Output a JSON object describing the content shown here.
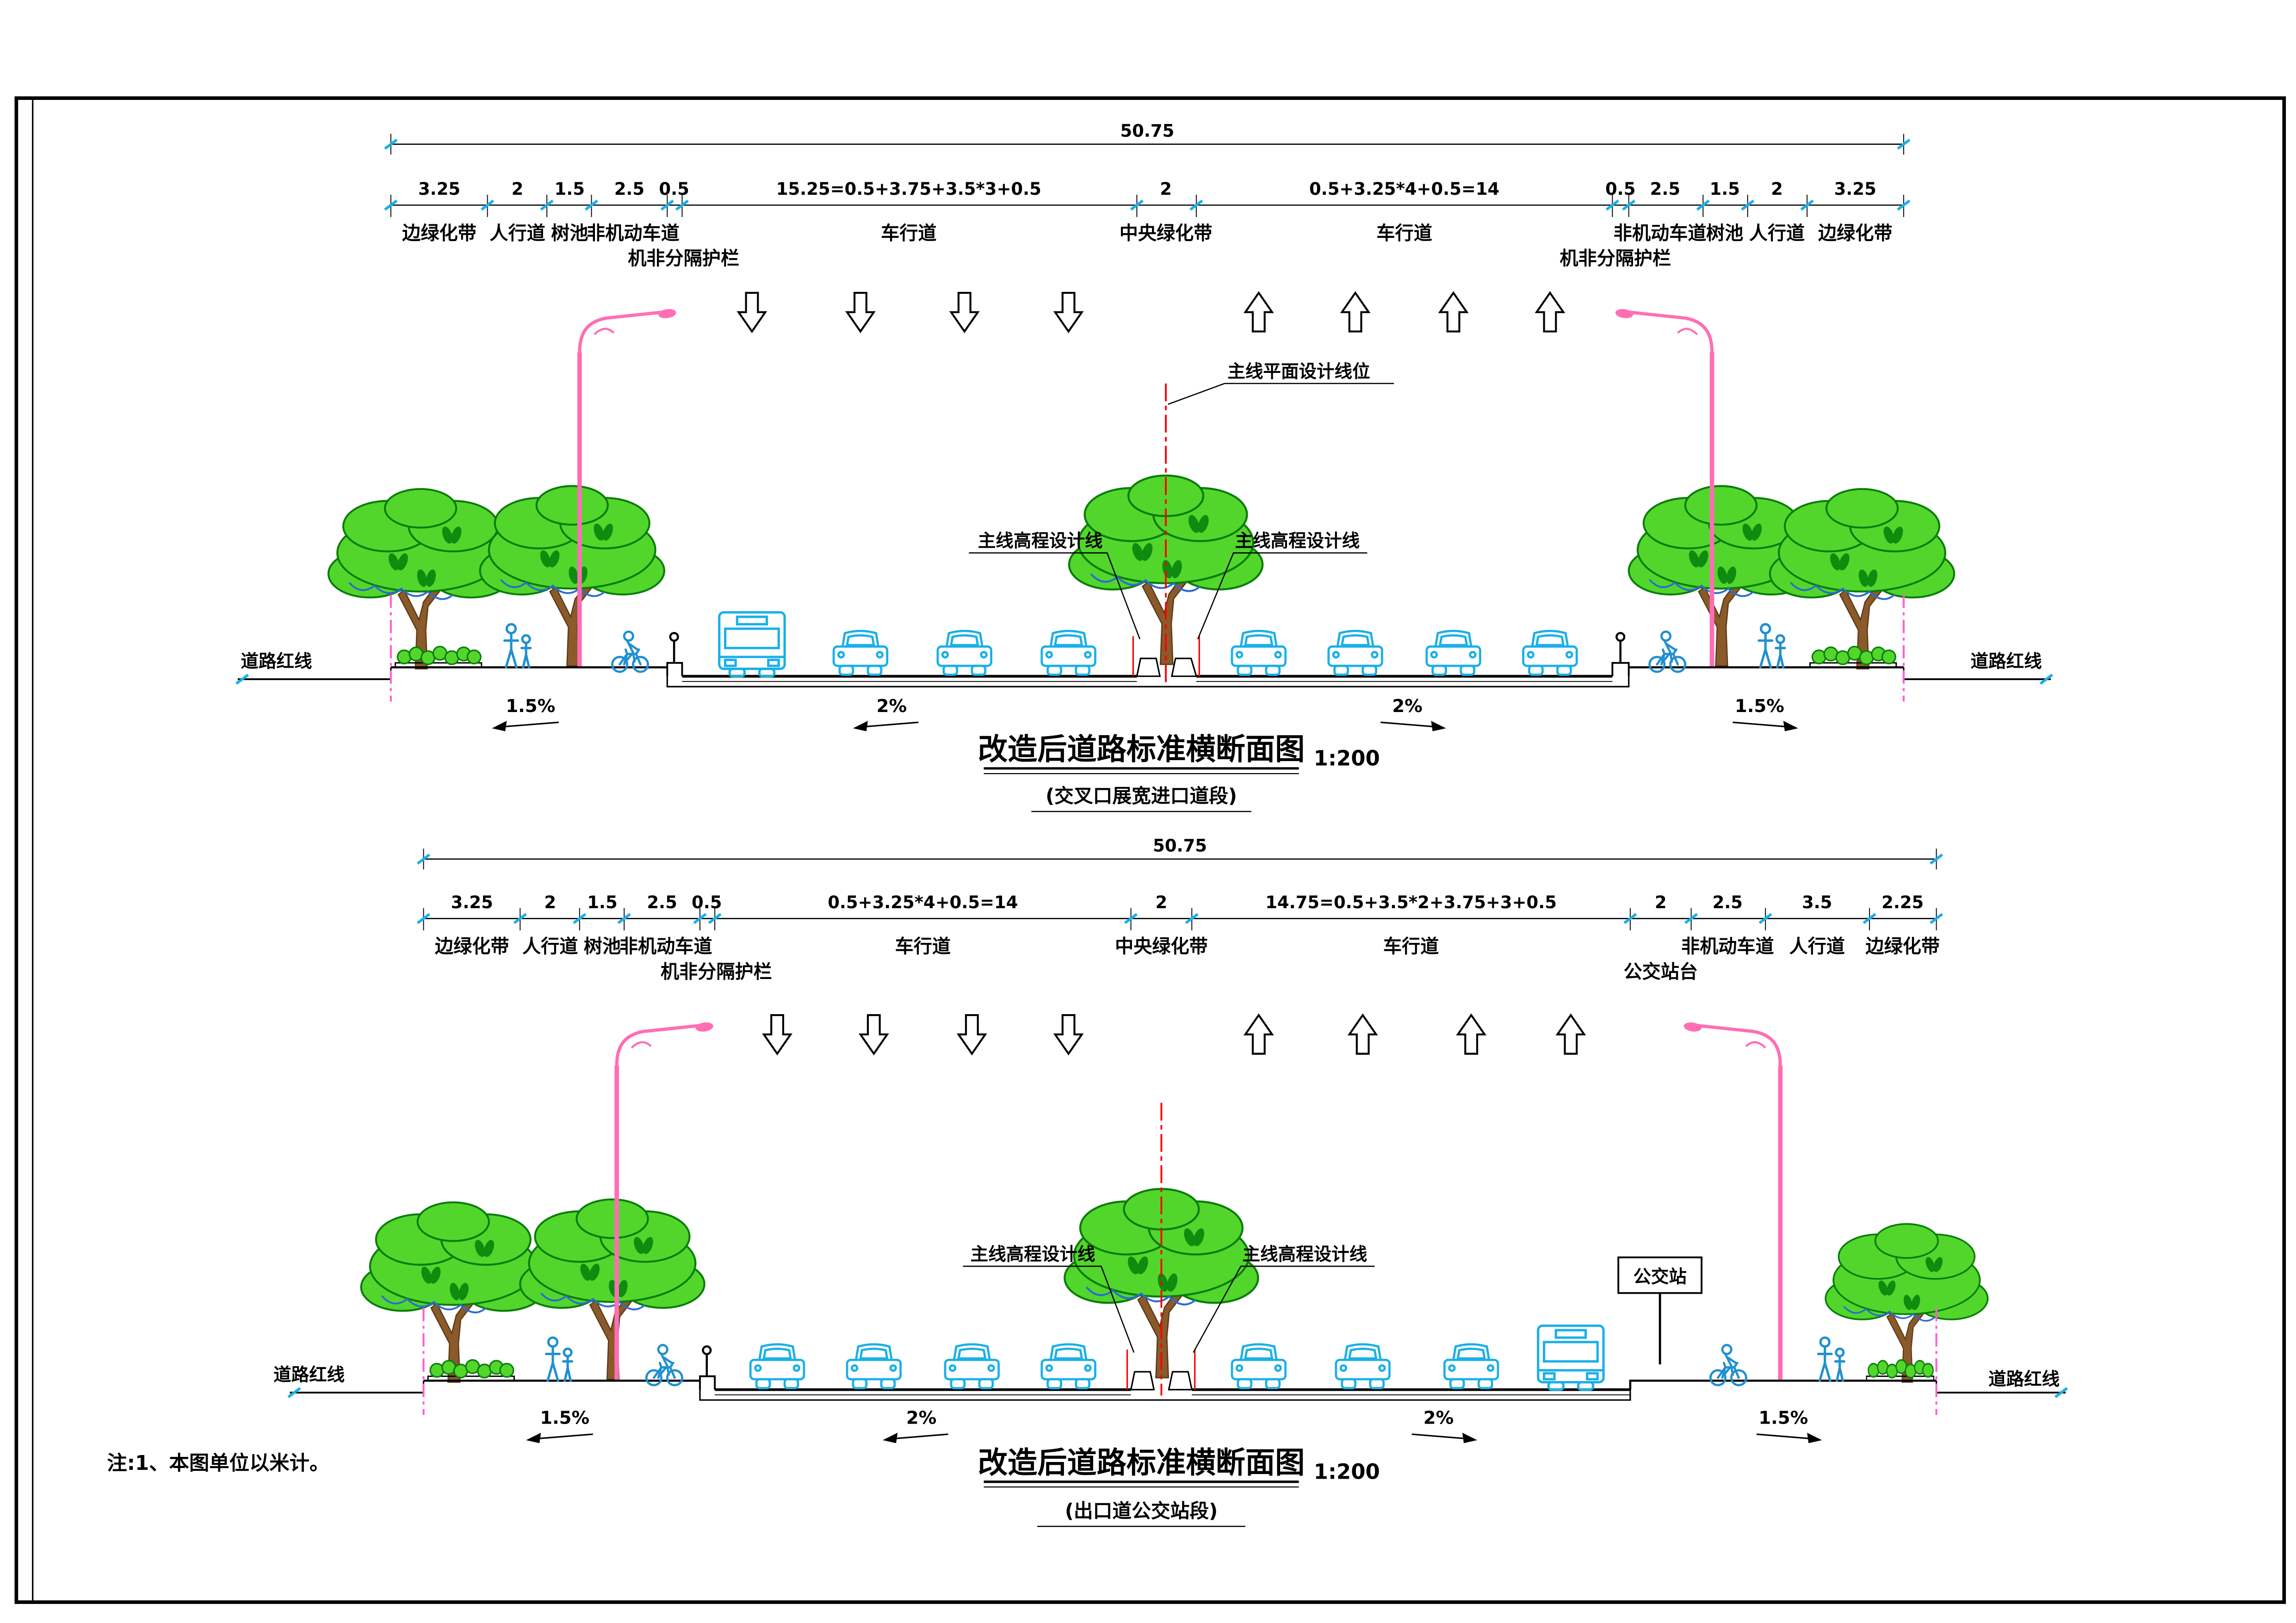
{
  "drawing": {
    "note": "注:1、本图单位以米计。",
    "colors": {
      "line_black": "#000000",
      "vehicle_cyan": "#1ab0e8",
      "tree_green": "#52d62b",
      "tree_outline_green": "#0b7d0b",
      "trunk_brown": "#8a5a2b",
      "lamp_pink": "#ff6eb4",
      "red_line_pink": "#ff5fd0",
      "design_line_red": "#ff0000",
      "figure_blue": "#2090d0"
    },
    "icons": [
      "tree-icon",
      "shrub-icon",
      "car-icon",
      "bus-icon",
      "street-lamp-icon",
      "pedestrians-icon",
      "cyclist-icon",
      "bollard-icon",
      "traffic-arrow-down-icon",
      "traffic-arrow-up-icon",
      "dimension-tick-icon"
    ],
    "top": {
      "overall_dim": "50.75",
      "dims": [
        "3.25",
        "2",
        "1.5",
        "2.5",
        "0.5",
        "15.25=0.5+3.75+3.5*3+0.5",
        "2",
        "0.5+3.25*4+0.5=14",
        "0.5",
        "2.5",
        "1.5",
        "2",
        "3.25"
      ],
      "labels": [
        "边绿化带",
        "人行道",
        "树池",
        "非机动车道",
        "车行道",
        "中央绿化带",
        "车行道",
        "非机动车道",
        "树池",
        "人行道",
        "边绿化带"
      ],
      "sub_labels": [
        "机非分隔护栏",
        "机非分隔护栏"
      ],
      "plan_line_label": "主线平面设计线位",
      "elev_line_left": "主线高程设计线",
      "elev_line_right": "主线高程设计线",
      "road_red_left": "道路红线",
      "road_red_right": "道路红线",
      "slopes": [
        "1.5%",
        "2%",
        "2%",
        "1.5%"
      ],
      "title": "改造后道路标准横断面图",
      "scale": "1:200",
      "subtitle": "(交叉口展宽进口道段)"
    },
    "bottom": {
      "overall_dim": "50.75",
      "dims": [
        "3.25",
        "2",
        "1.5",
        "2.5",
        "0.5",
        "0.5+3.25*4+0.5=14",
        "2",
        "14.75=0.5+3.5*2+3.75+3+0.5",
        "2",
        "2.5",
        "3.5",
        "2.25"
      ],
      "labels": [
        "边绿化带",
        "人行道",
        "树池",
        "非机动车道",
        "车行道",
        "中央绿化带",
        "车行道",
        "非机动车道",
        "人行道",
        "边绿化带"
      ],
      "sub_labels": [
        "机非分隔护栏",
        "公交站台"
      ],
      "bus_stop_sign": "公交站",
      "elev_line_left": "主线高程设计线",
      "elev_line_right": "主线高程设计线",
      "road_red_left": "道路红线",
      "road_red_right": "道路红线",
      "slopes": [
        "1.5%",
        "2%",
        "2%",
        "1.5%"
      ],
      "title": "改造后道路标准横断面图",
      "scale": "1:200",
      "subtitle": "(出口道公交站段)"
    }
  }
}
